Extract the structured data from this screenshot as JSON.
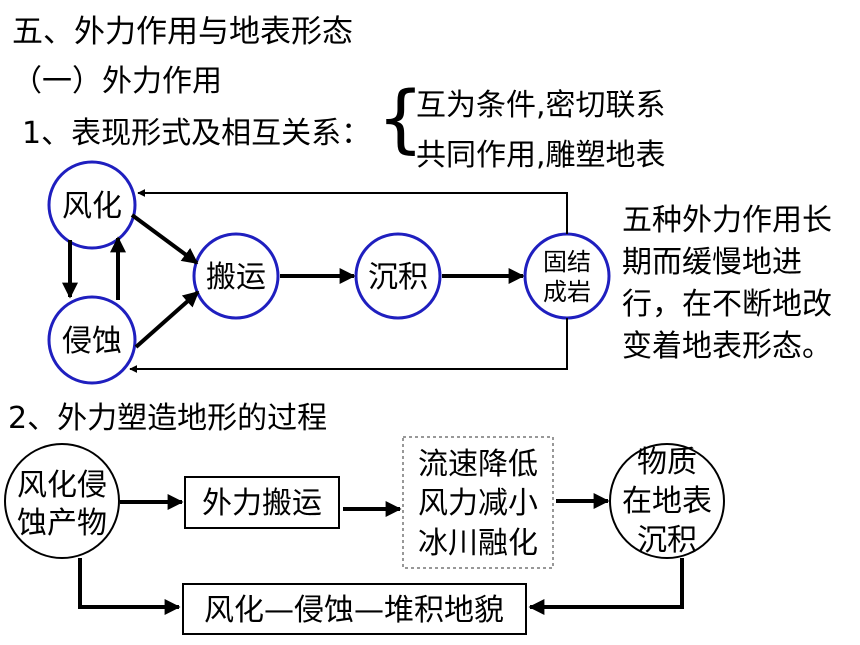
{
  "heading": {
    "title": "五、外力作用与地表形态",
    "subtitle": "（一）外力作用",
    "point1": "1、表现形式及相互关系：",
    "relations": [
      "互为条件,密切联系",
      "共同作用,雕塑地表"
    ]
  },
  "cycle": {
    "weathering": "风化",
    "erosion": "侵蚀",
    "transport": "搬运",
    "deposition": "沉积",
    "lithification_line1": "固结",
    "lithification_line2": "成岩"
  },
  "side_note": "五种外力作用长期而缓慢地进行，在不断地改变着地表形态。",
  "section2": {
    "title": "2、外力塑造地形的过程",
    "products_line1": "风化侵",
    "products_line2": "蚀产物",
    "transport": "外力搬运",
    "conditions": [
      "流速降低",
      "风力减小",
      "冰川融化"
    ],
    "deposit_line1": "物质",
    "deposit_line2": "在地表",
    "deposit_line3": "沉积",
    "landforms": "风化—侵蚀—堆积地貌"
  }
}
